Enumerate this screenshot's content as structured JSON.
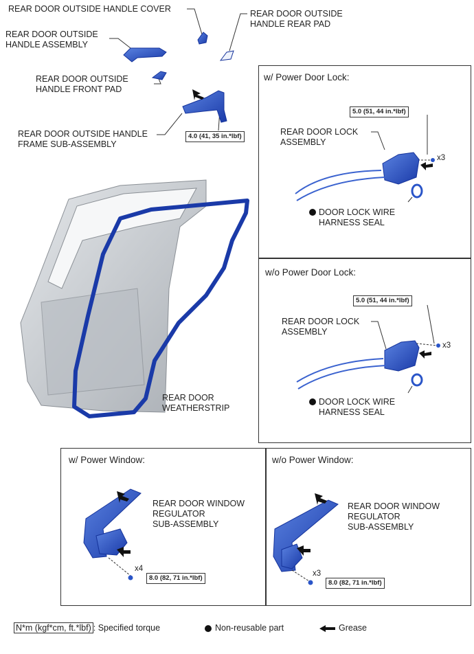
{
  "parts": {
    "handle_cover": "REAR DOOR OUTSIDE HANDLE COVER",
    "handle_rear_pad": [
      "REAR DOOR OUTSIDE",
      "HANDLE REAR PAD"
    ],
    "handle_assembly": [
      "REAR DOOR OUTSIDE",
      "HANDLE ASSEMBLY"
    ],
    "handle_front_pad": [
      "REAR DOOR OUTSIDE",
      "HANDLE FRONT PAD"
    ],
    "handle_frame": [
      "REAR DOOR OUTSIDE HANDLE",
      "FRAME SUB-ASSEMBLY"
    ],
    "weatherstrip": [
      "REAR DOOR",
      "WEATHERSTRIP"
    ]
  },
  "torques": {
    "frame": "4.0 (41, 35 in.*lbf)",
    "lock_power": "5.0 (51, 44 in.*lbf)",
    "lock_no_power": "5.0 (51, 44 in.*lbf)",
    "regulator_power": "8.0 (82, 71 in.*lbf)",
    "regulator_no_power": "8.0 (82, 71 in.*lbf)"
  },
  "panels": {
    "power_lock": {
      "title": "w/ Power Door Lock:",
      "lock_label": [
        "REAR DOOR LOCK",
        "ASSEMBLY"
      ],
      "seal_label": [
        "DOOR LOCK WIRE",
        "HARNESS SEAL"
      ],
      "qty": "x3"
    },
    "no_power_lock": {
      "title": "w/o Power Door Lock:",
      "lock_label": [
        "REAR DOOR LOCK",
        "ASSEMBLY"
      ],
      "seal_label": [
        "DOOR LOCK WIRE",
        "HARNESS SEAL"
      ],
      "qty": "x3"
    },
    "power_window": {
      "title": "w/ Power Window:",
      "regulator_label": [
        "REAR DOOR WINDOW",
        "REGULATOR",
        "SUB-ASSEMBLY"
      ],
      "qty": "x4"
    },
    "no_power_window": {
      "title": "w/o Power Window:",
      "regulator_label": [
        "REAR DOOR WINDOW",
        "REGULATOR",
        "SUB-ASSEMBLY"
      ],
      "qty": "x3"
    }
  },
  "legend": {
    "torque_unit": "N*m (kgf*cm, ft.*lbf)",
    "torque_text": ": Specified torque",
    "nonreusable_text": "Non-reusable part",
    "grease_text": "Grease"
  },
  "colors": {
    "part_blue": "#2a55c8",
    "part_dark": "#14329a",
    "door_gray": "#c9cdd2",
    "line": "#333333"
  }
}
